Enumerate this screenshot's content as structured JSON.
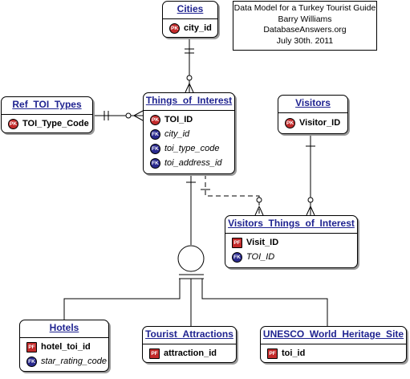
{
  "note": {
    "lines": [
      "Data Model for a Turkey Tourist Guide",
      "Barry Williams",
      "DatabaseAnswers.org",
      "July 30th. 2011"
    ]
  },
  "entities": {
    "cities": {
      "title": "Cities",
      "attrs": [
        {
          "key": "PK",
          "name": "city_id"
        }
      ]
    },
    "ref_toi_types": {
      "title": "Ref_TOI_Types",
      "attrs": [
        {
          "key": "PK",
          "name": "TOI_Type_Code"
        }
      ]
    },
    "things_of_interest": {
      "title": "Things_of_Interest",
      "attrs": [
        {
          "key": "PK",
          "name": "TOI_ID"
        },
        {
          "key": "FK",
          "name": "city_id"
        },
        {
          "key": "FK",
          "name": "toi_type_code"
        },
        {
          "key": "FK",
          "name": "toi_address_id"
        }
      ]
    },
    "visitors": {
      "title": "Visitors",
      "attrs": [
        {
          "key": "PK",
          "name": "Visitor_ID"
        }
      ]
    },
    "visitors_things_of_interest": {
      "title": "Visitors_Things_of_Interest",
      "attrs": [
        {
          "key": "PF",
          "name": "Visit_ID"
        },
        {
          "key": "FK",
          "name": "TOI_ID"
        }
      ]
    },
    "hotels": {
      "title": "Hotels",
      "attrs": [
        {
          "key": "PF",
          "name": "hotel_toi_id"
        },
        {
          "key": "FK",
          "name": "star_rating_code"
        }
      ]
    },
    "tourist_attractions": {
      "title": "Tourist_Attractions",
      "attrs": [
        {
          "key": "PF",
          "name": "attraction_id"
        }
      ]
    },
    "unesco_world_heritage_site": {
      "title": "UNESCO_World_Heritage_Site",
      "attrs": [
        {
          "key": "PF",
          "name": "toi_id"
        }
      ]
    }
  },
  "colors": {
    "title_text": "#1f2390",
    "pk_badge": "#c32b2b",
    "fk_badge": "#2a2a8e"
  }
}
